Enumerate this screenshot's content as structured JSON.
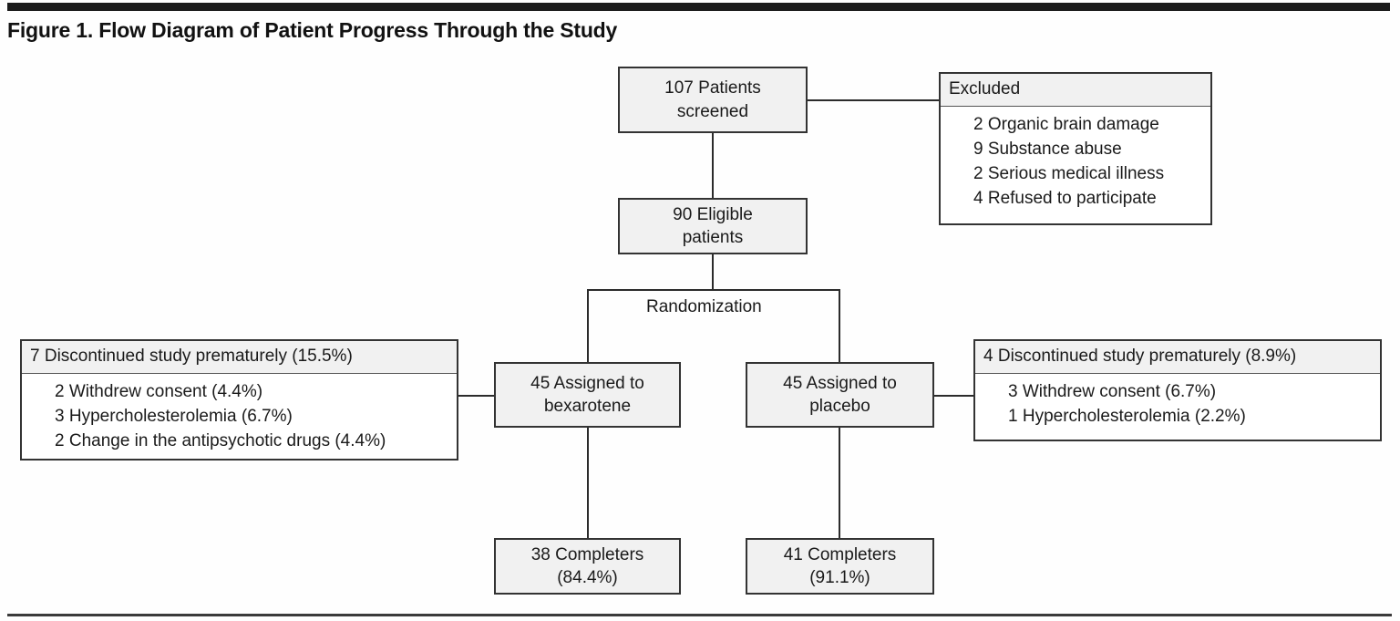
{
  "figure": {
    "title": "Figure 1. Flow Diagram of Patient Progress Through the Study"
  },
  "nodes": {
    "screened": {
      "line1": "107 Patients",
      "line2": "screened"
    },
    "eligible": {
      "line1": "90 Eligible",
      "line2": "patients"
    },
    "randomization_label": "Randomization",
    "assigned_bexarotene": {
      "line1": "45 Assigned to",
      "line2": "bexarotene"
    },
    "assigned_placebo": {
      "line1": "45 Assigned to",
      "line2": "placebo"
    },
    "completers_bexarotene": {
      "line1": "38 Completers",
      "line2": "(84.4%)"
    },
    "completers_placebo": {
      "line1": "41 Completers",
      "line2": "(91.1%)"
    }
  },
  "excluded": {
    "header": "Excluded",
    "items": [
      "2 Organic brain damage",
      "9 Substance abuse",
      "2 Serious medical illness",
      "4 Refused to participate"
    ]
  },
  "discontinued_bexarotene": {
    "header": "7 Discontinued study prematurely (15.5%)",
    "items": [
      "2 Withdrew consent (4.4%)",
      "3 Hypercholesterolemia (6.7%)",
      "2 Change in the antipsychotic drugs (4.4%)"
    ]
  },
  "discontinued_placebo": {
    "header": "4 Discontinued study prematurely (8.9%)",
    "items": [
      "3 Withdrew consent (6.7%)",
      "1 Hypercholesterolemia (2.2%)"
    ]
  }
}
